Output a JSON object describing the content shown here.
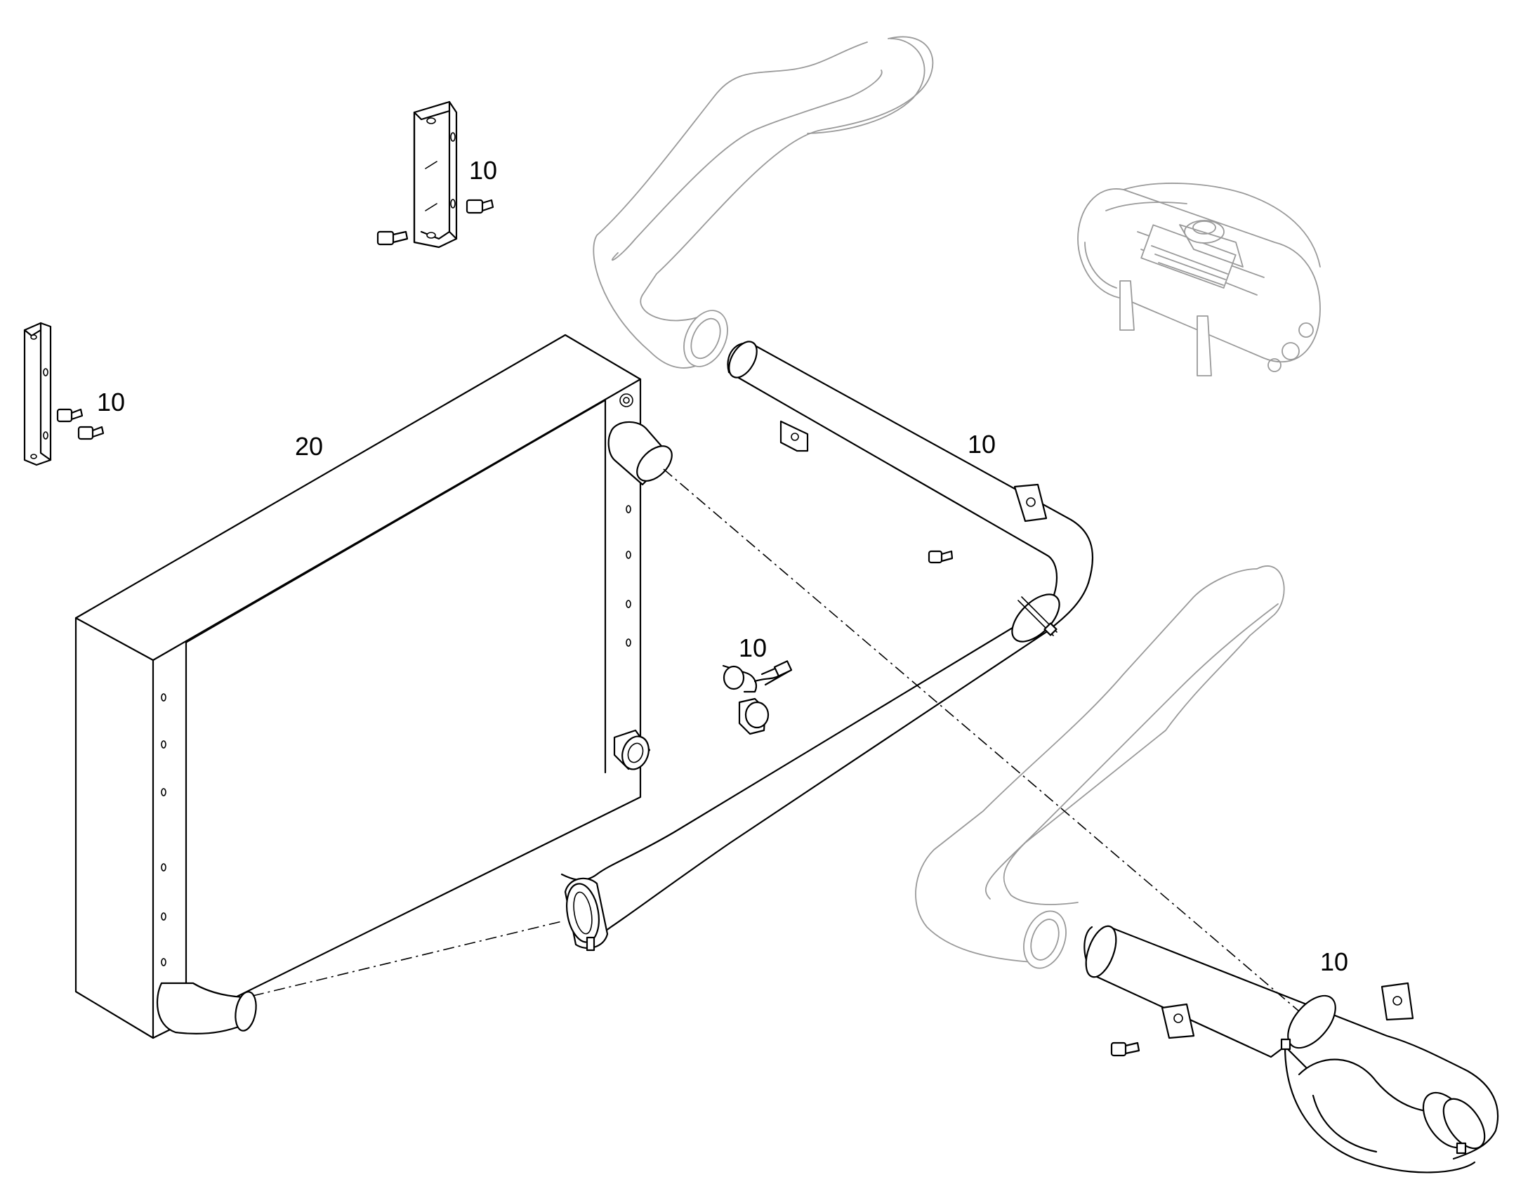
{
  "callouts": {
    "bracket_top": "10",
    "bracket_left": "10",
    "radiator": "20",
    "upper_pipe": "10",
    "fitting": "10",
    "lower_pipe": "10"
  }
}
